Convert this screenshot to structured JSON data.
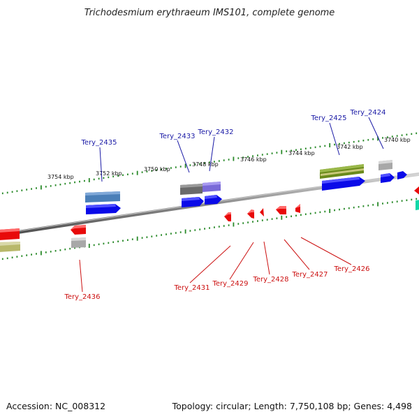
{
  "title": "Trichodesmium erythraeum IMS101, complete genome",
  "footer": {
    "accession": "Accession: NC_008312",
    "summary": "Topology: circular; Length: 7,750,108 bp; Genes: 4,498"
  },
  "colors": {
    "backbone": "#8a8a8a",
    "tick": "#2a8a2a",
    "forward_label": "#1a1aa6",
    "reverse_label": "#cc1010"
  },
  "ticks": [
    "3740 kbp",
    "3742 kbp",
    "3744 kbp",
    "3746 kbp",
    "3748 kbp",
    "3750 kbp",
    "3752 kbp",
    "3754 kbp"
  ],
  "forward_labels": [
    "Tery_2424",
    "Tery_2425",
    "Tery_2432",
    "Tery_2433",
    "Tery_2435"
  ],
  "reverse_labels": [
    "Tery_2426",
    "Tery_2427",
    "Tery_2428",
    "Tery_2429",
    "Tery_2431",
    "Tery_2436"
  ]
}
